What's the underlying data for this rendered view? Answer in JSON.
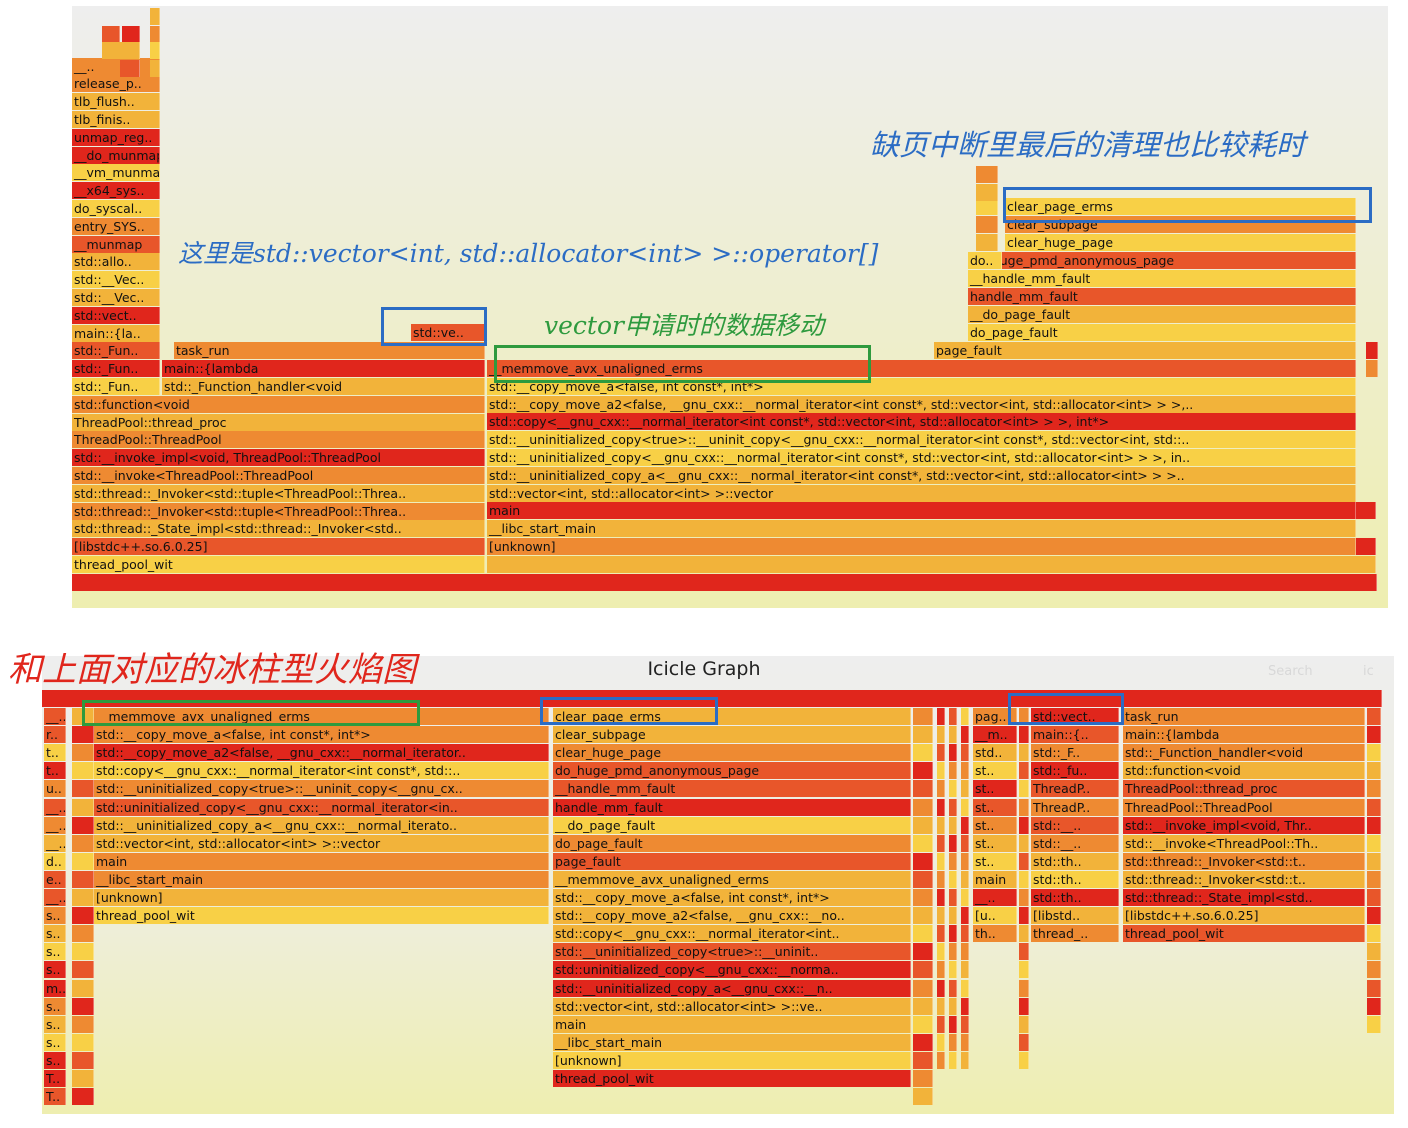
{
  "annotations": {
    "top_right": "缺页中断里最后的清理也比较耗时",
    "top_blue": "这里是std::vector<int, std::allocator<int> >::operator[]",
    "top_green": "vector申请时的数据移动",
    "bottom_left": "和上面对应的冰柱型火焰图"
  },
  "icicle": {
    "title": "Icicle Graph",
    "search": "Search",
    "ic": "ic"
  },
  "colors": {
    "red": "#e0261c",
    "orange_red": "#e8562a",
    "orange": "#ee8a32",
    "amber": "#f2b33a",
    "yellow": "#f8d046",
    "annotation_blue": "#2b6cc4",
    "annotation_green": "#2e9a3e"
  },
  "top_frames": {
    "left_col": [
      "__..",
      "release_p..",
      "tlb_flush..",
      "tlb_finis..",
      "unmap_reg..",
      "__do_munmap",
      "__vm_munmap",
      "__x64_sys..",
      "do_syscal..",
      "entry_SYS..",
      "__munmap",
      "std::allo..",
      "std::__Vec..",
      "std::__Vec..",
      "std::vect..",
      "main::{la..",
      "std::_Fun..",
      "std::_Fun..",
      "std::_Fun.."
    ],
    "mid_col": [
      "task_run",
      "main::{lambda",
      "std::_Function_handler<void"
    ],
    "ve_frame": "std::ve..",
    "wide_left": [
      "std::function<void",
      "ThreadPool::thread_proc",
      "ThreadPool::ThreadPool",
      "std::__invoke_impl<void, ThreadPool::ThreadPool",
      "std::__invoke<ThreadPool::ThreadPool",
      "std::thread::_Invoker<std::tuple<ThreadPool::Threa..",
      "std::thread::_Invoker<std::tuple<ThreadPool::Threa..",
      "std::thread::_State_impl<std::thread::_Invoker<std..",
      "[libstdc++.so.6.0.25]",
      "thread_pool_wit"
    ],
    "wide_right": [
      "__memmove_avx_unaligned_erms",
      "std::__copy_move_a<false, int const*, int*>",
      "std::__copy_move_a2<false, __gnu_cxx::__normal_iterator<int const*, std::vector<int, std::allocator<int> > >,..",
      "std::copy<__gnu_cxx::__normal_iterator<int const*, std::vector<int, std::allocator<int> > >, int*>",
      "std::__uninitialized_copy<true>::__uninit_copy<__gnu_cxx::__normal_iterator<int const*, std::vector<int, std::..",
      "std::__uninitialized_copy<__gnu_cxx::__normal_iterator<int const*, std::vector<int, std::allocator<int> > >, in..",
      "std::__uninitialized_copy_a<__gnu_cxx::__normal_iterator<int const*, std::vector<int, std::allocator<int> > >..",
      "std::vector<int, std::allocator<int> >::vector",
      "main",
      "__libc_start_main",
      "[unknown]"
    ],
    "fault_stack": [
      "clear_page_erms",
      "clear_subpage",
      "clear_huge_page",
      "do_huge_pmd_anonymous_page",
      "__handle_mm_fault",
      "handle_mm_fault",
      "__do_page_fault",
      "do_page_fault",
      "page_fault"
    ],
    "do_frame": "do.."
  },
  "bottom_frames": {
    "col_a": [
      "__..",
      "r..",
      "t..",
      "t..",
      "u..",
      "__..",
      "__..",
      "__..",
      "d..",
      "e..",
      "__..",
      "s..",
      "s..",
      "s..",
      "s..",
      "m..",
      "s..",
      "s..",
      "s..",
      "s..",
      "T..",
      "T.."
    ],
    "col_b": [
      "__memmove_avx_unaligned_erms",
      "std::__copy_move_a<false, int const*, int*>",
      "std::__copy_move_a2<false, __gnu_cxx::__normal_iterator..",
      "std::copy<__gnu_cxx::__normal_iterator<int const*, std::..",
      "std::__uninitialized_copy<true>::__uninit_copy<__gnu_cx..",
      "std::uninitialized_copy<__gnu_cxx::__normal_iterator<in..",
      "std::__uninitialized_copy_a<__gnu_cxx::__normal_iterato..",
      "std::vector<int, std::allocator<int> >::vector",
      "main",
      "__libc_start_main",
      "[unknown]",
      "thread_pool_wit"
    ],
    "col_c": [
      "clear_page_erms",
      "clear_subpage",
      "clear_huge_page",
      "do_huge_pmd_anonymous_page",
      "__handle_mm_fault",
      "handle_mm_fault",
      "__do_page_fault",
      "do_page_fault",
      "page_fault",
      "__memmove_avx_unaligned_erms",
      "std::__copy_move_a<false, int const*, int*>",
      "std::__copy_move_a2<false, __gnu_cxx::__no..",
      "std::copy<__gnu_cxx::__normal_iterator<int..",
      "std::__uninitialized_copy<true>::__uninit..",
      "std::uninitialized_copy<__gnu_cxx::__norma..",
      "std::__uninitialized_copy_a<__gnu_cxx::__n..",
      "std::vector<int, std::allocator<int> >::ve..",
      "main",
      "__libc_start_main",
      "[unknown]",
      "thread_pool_wit"
    ],
    "col_d": [
      "pag..",
      "__m..",
      "std..",
      "st..",
      "st..",
      "st..",
      "st..",
      "st..",
      "st..",
      "main",
      "__..",
      "[u..",
      "th.."
    ],
    "col_e": [
      "std::vect..",
      "main::{..",
      "std::_F..",
      "std::_fu..",
      "ThreadP..",
      "ThreadP..",
      "std::__..",
      "std::__..",
      "std::th..",
      "std::th..",
      "std::th..",
      "[libstd..",
      "thread_.."
    ],
    "col_f": [
      "task_run",
      "main::{lambda",
      "std::_Function_handler<void",
      "std::function<void",
      "ThreadPool::thread_proc",
      "ThreadPool::ThreadPool",
      "std::__invoke_impl<void, Thr..",
      "std::__invoke<ThreadPool::Th..",
      "std::thread::_Invoker<std::t..",
      "std::thread::_Invoker<std::t..",
      "std::thread::_State_impl<std..",
      "[libstdc++.so.6.0.25]",
      "thread_pool_wit"
    ]
  }
}
